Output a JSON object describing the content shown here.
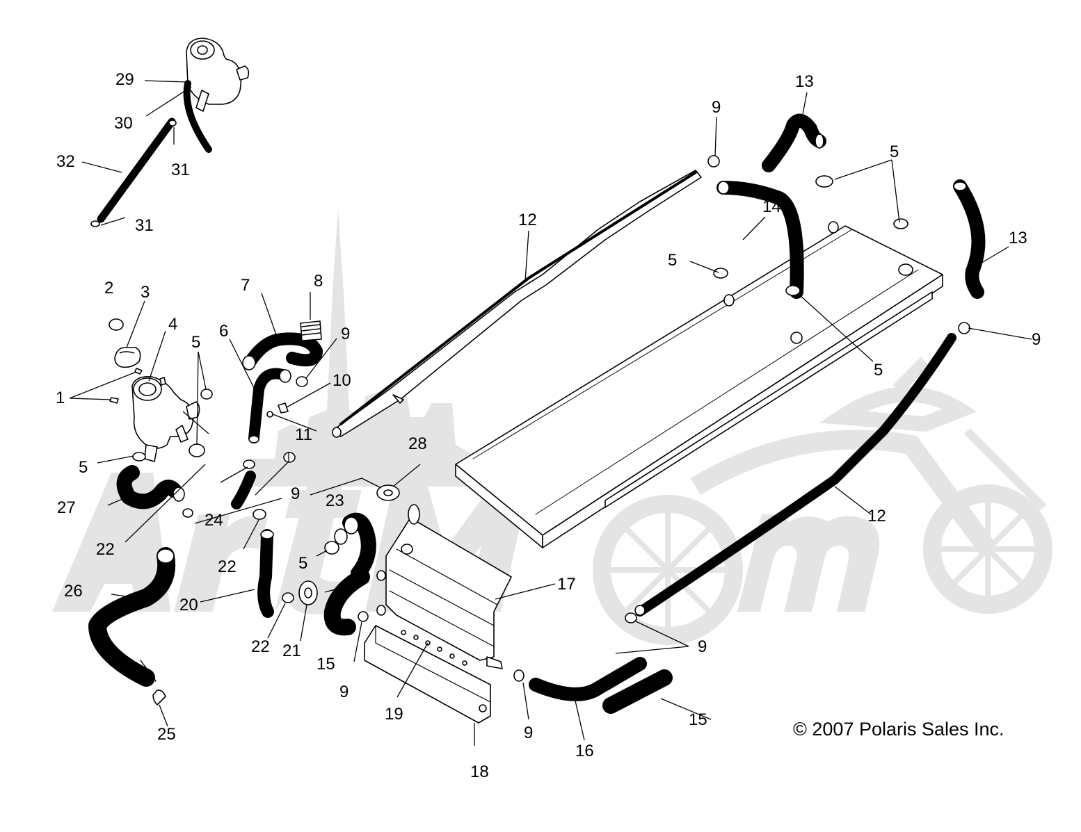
{
  "copyright": "© 2007 Polaris Sales Inc.",
  "watermark_text": "ArtMoto",
  "callouts": [
    {
      "id": "c1",
      "text": "1"
    },
    {
      "id": "c2",
      "text": "2"
    },
    {
      "id": "c3",
      "text": "3"
    },
    {
      "id": "c4",
      "text": "4"
    },
    {
      "id": "c5a",
      "text": "5"
    },
    {
      "id": "c5b",
      "text": "5"
    },
    {
      "id": "c5c",
      "text": "5"
    },
    {
      "id": "c5d",
      "text": "5"
    },
    {
      "id": "c5e",
      "text": "5"
    },
    {
      "id": "c5f",
      "text": "5"
    },
    {
      "id": "c6",
      "text": "6"
    },
    {
      "id": "c7",
      "text": "7"
    },
    {
      "id": "c8",
      "text": "8"
    },
    {
      "id": "c9a",
      "text": "9"
    },
    {
      "id": "c9b",
      "text": "9"
    },
    {
      "id": "c9c",
      "text": "9"
    },
    {
      "id": "c9d",
      "text": "9"
    },
    {
      "id": "c9e",
      "text": "9"
    },
    {
      "id": "c9f",
      "text": "9"
    },
    {
      "id": "c10",
      "text": "10"
    },
    {
      "id": "c11",
      "text": "11"
    },
    {
      "id": "c12a",
      "text": "12"
    },
    {
      "id": "c12b",
      "text": "12"
    },
    {
      "id": "c13a",
      "text": "13"
    },
    {
      "id": "c13b",
      "text": "13"
    },
    {
      "id": "c14",
      "text": "14"
    },
    {
      "id": "c15a",
      "text": "15"
    },
    {
      "id": "c15b",
      "text": "15"
    },
    {
      "id": "c16",
      "text": "16"
    },
    {
      "id": "c17",
      "text": "17"
    },
    {
      "id": "c18",
      "text": "18"
    },
    {
      "id": "c19",
      "text": "19"
    },
    {
      "id": "c20",
      "text": "20"
    },
    {
      "id": "c21",
      "text": "21"
    },
    {
      "id": "c22a",
      "text": "22"
    },
    {
      "id": "c22b",
      "text": "22"
    },
    {
      "id": "c22c",
      "text": "22"
    },
    {
      "id": "c23",
      "text": "23"
    },
    {
      "id": "c24",
      "text": "24"
    },
    {
      "id": "c25",
      "text": "25"
    },
    {
      "id": "c26",
      "text": "26"
    },
    {
      "id": "c27",
      "text": "27"
    },
    {
      "id": "c28",
      "text": "28"
    },
    {
      "id": "c29",
      "text": "29"
    },
    {
      "id": "c30",
      "text": "30"
    },
    {
      "id": "c31a",
      "text": "31"
    },
    {
      "id": "c31b",
      "text": "31"
    },
    {
      "id": "c32",
      "text": "32"
    }
  ]
}
